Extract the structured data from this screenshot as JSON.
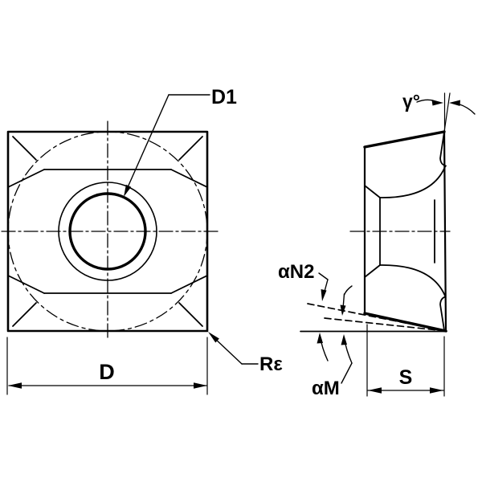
{
  "drawing": {
    "kind": "cutting-insert dimension drawing",
    "colors": {
      "ink": "#000000",
      "background": "#ffffff"
    },
    "front_view": {
      "labels": {
        "hole_diameter": "D1",
        "inscribed_diameter": "D",
        "corner_radius": "Rε"
      }
    },
    "side_view": {
      "labels": {
        "rake_angle": "γ°",
        "clearance_angle_n2": "αN2",
        "clearance_angle_m": "αM",
        "thickness": "S"
      }
    }
  }
}
